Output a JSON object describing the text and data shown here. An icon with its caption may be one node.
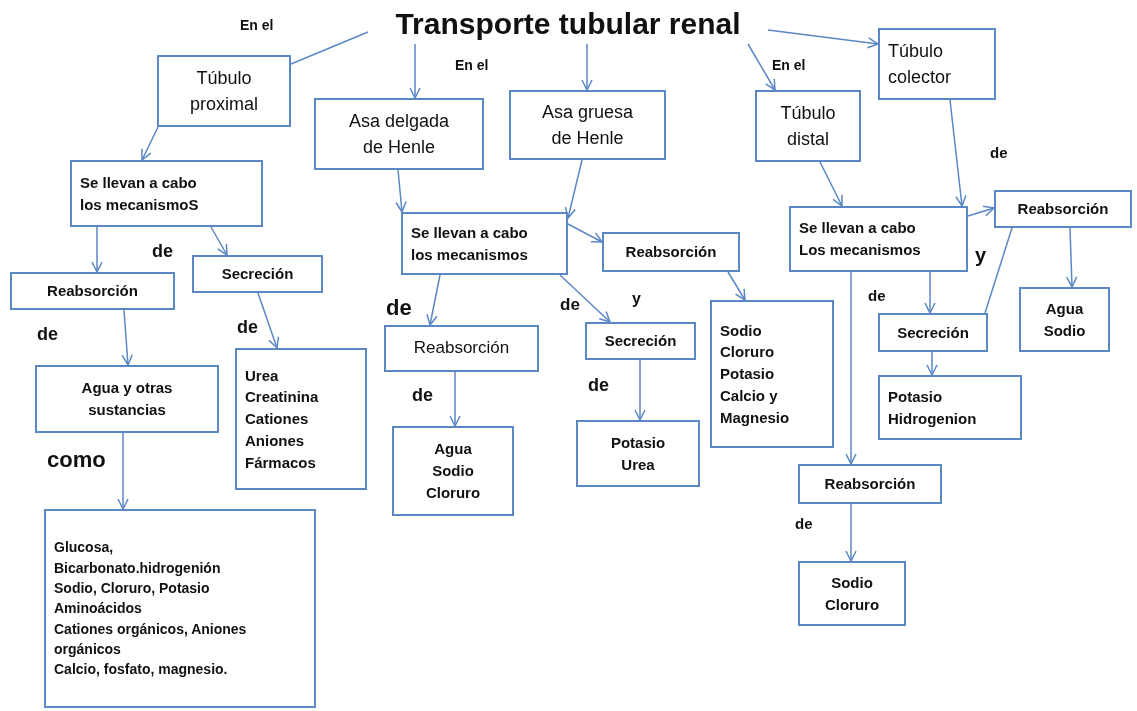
{
  "diagram": {
    "nodes": [
      {
        "text": [
          "Transporte tubular renal"
        ]
      },
      {
        "text": [
          "Túbulo proximal"
        ]
      },
      {
        "text": [
          "Asa delgada de Henle"
        ]
      },
      {
        "text": [
          "Asa gruesa de Henle"
        ]
      },
      {
        "text": [
          "Túbulo distal"
        ]
      },
      {
        "text": [
          "Túbulo colector"
        ]
      },
      {
        "text": [
          "Se llevan a cabo los mecanismoS"
        ]
      },
      {
        "text": [
          "Reabsorción"
        ]
      },
      {
        "text": [
          "Secreción"
        ]
      },
      {
        "text": [
          "Agua y otras sustancias"
        ]
      },
      {
        "text": [
          "Urea",
          "Creatinina",
          "Cationes",
          "Aniones",
          "Fármacos"
        ]
      },
      {
        "text": [
          "Glucosa,",
          "Bicarbonato.hidrogenión",
          "Sodio, Cloruro, Potasio",
          "Aminoácidos",
          "Cationes orgánicos, Aniones orgánicos",
          "Calcio, fosfato, magnesio."
        ]
      },
      {
        "text": [
          "Se llevan a cabo los mecanismos"
        ]
      },
      {
        "text": [
          "Reabsorción"
        ]
      },
      {
        "text": [
          "Agua",
          "Sodio",
          "Cloruro"
        ]
      },
      {
        "text": [
          "Reabsorción"
        ]
      },
      {
        "text": [
          "Secreción"
        ]
      },
      {
        "text": [
          "Potasio",
          "Urea"
        ]
      },
      {
        "text": [
          "Sodio",
          "Cloruro",
          "Potasio",
          "Calcio y",
          "Magnesio"
        ]
      },
      {
        "text": [
          "Se llevan a cabo Los mecanismos"
        ]
      },
      {
        "text": [
          "Reabsorción"
        ]
      },
      {
        "text": [
          "Secreción"
        ]
      },
      {
        "text": [
          "Agua",
          "Sodio"
        ]
      },
      {
        "text": [
          "Potasio",
          "Hidrogenion"
        ]
      },
      {
        "text": [
          "Reabsorción"
        ]
      },
      {
        "text": [
          "Sodio",
          "Cloruro"
        ]
      }
    ],
    "edges": [
      {
        "from": 0,
        "to": 1,
        "arrow": "none",
        "label": "En el"
      },
      {
        "from": 0,
        "to": 2,
        "arrow": "to",
        "label": "En el"
      },
      {
        "from": 0,
        "to": 3,
        "arrow": "to"
      },
      {
        "from": 0,
        "to": 4,
        "arrow": "to",
        "label": "En el"
      },
      {
        "from": 0,
        "to": 5,
        "arrow": "to"
      },
      {
        "from": 1,
        "to": 6,
        "arrow": "to"
      },
      {
        "from": 6,
        "to": 7,
        "arrow": "to"
      },
      {
        "from": 6,
        "to": 8,
        "arrow": "to",
        "label": "de"
      },
      {
        "from": 7,
        "to": 9,
        "arrow": "to",
        "label": "de"
      },
      {
        "from": 8,
        "to": 10,
        "arrow": "to",
        "label": "de"
      },
      {
        "from": 9,
        "to": 11,
        "arrow": "to",
        "label": "como"
      },
      {
        "from": 2,
        "to": 12,
        "arrow": "to"
      },
      {
        "from": 3,
        "to": 12,
        "arrow": "to"
      },
      {
        "from": 12,
        "to": 13,
        "arrow": "to",
        "label": "de"
      },
      {
        "from": 12,
        "to": 15,
        "arrow": "to"
      },
      {
        "from": 12,
        "to": 16,
        "arrow": "to",
        "label": "de"
      },
      {
        "from": 13,
        "to": 14,
        "arrow": "to",
        "label": "de"
      },
      {
        "from": 16,
        "to": 17,
        "arrow": "to",
        "label": "de"
      },
      {
        "from": 15,
        "to": 18,
        "arrow": "to"
      },
      {
        "from": 4,
        "to": 19,
        "arrow": "to"
      },
      {
        "from": 5,
        "to": 19,
        "arrow": "to"
      },
      {
        "from": 19,
        "to": 20,
        "arrow": "to"
      },
      {
        "from": 19,
        "to": 21,
        "arrow": "to",
        "label": "de"
      },
      {
        "from": 21,
        "to": 20,
        "arrow": "none"
      },
      {
        "from": 20,
        "to": 22,
        "arrow": "to"
      },
      {
        "from": 19,
        "to": 24,
        "arrow": "to"
      },
      {
        "from": 24,
        "to": 25,
        "arrow": "to",
        "label": "de"
      },
      {
        "from": 21,
        "to": 23,
        "arrow": "to"
      }
    ],
    "labels": [
      "y",
      "de",
      "y"
    ]
  }
}
